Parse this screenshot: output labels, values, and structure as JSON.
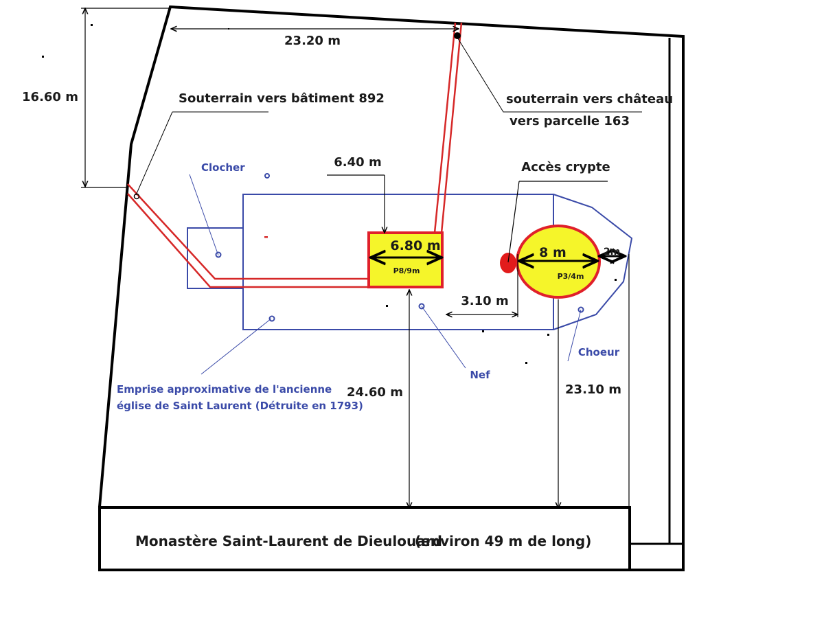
{
  "colors": {
    "outline": "#000000",
    "church_outline": "#3a4aa8",
    "tunnel": "#d62828",
    "pit_fill": "#f5f52a",
    "pit_border": "#e0202a"
  },
  "dimensions": {
    "top_width": "23.20 m",
    "left_height": "16.60 m",
    "nave_to_pit": "6.40 m",
    "pit_width": "6.80 m",
    "pit_gap": "3.10 m",
    "crypt_width": "8 m",
    "crypt_margin": "2m",
    "nave_to_monastery": "24.60 m",
    "choir_to_monastery": "23.10 m"
  },
  "labels": {
    "tunnel_to_building": "Souterrain vers bâtiment 892",
    "tunnel_to_castle_line1": "souterrain vers château",
    "tunnel_to_castle_line2": "vers parcelle 163",
    "crypt_access": "Accès crypte",
    "bell_tower": "Clocher",
    "nave": "Nef",
    "choir": "Choeur",
    "church_extent_line1": "Emprise approximative de l'ancienne",
    "church_extent_line2": "église de Saint Laurent (Détruite en 1793)",
    "pit_rect": "P8/9m",
    "pit_round": "P3/4m",
    "monastery": "Monastère Saint-Laurent de Dieulouard",
    "monastery_length": "(environ 49 m de long)"
  }
}
